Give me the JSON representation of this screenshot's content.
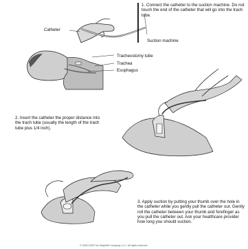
{
  "steps": {
    "step1": "1. Connect the catheter to the suction machine. Do not touch the end of the catheter that will go into the trach tube.",
    "step2": "2. Insert the catheter the proper distance into the trach tube (usually the length of the trach tube plus 1/4 inch).",
    "step3": "3. Apply suction by putting your thumb over the hole in the catheter while you gently pull the catheter out. Gently roll the catheter between your thumb and forefinger as you pull the catheter out. Ask your healthcare provider how long you should suction."
  },
  "labels": {
    "catheter": "Catheter",
    "suction_machine": "Suction machine",
    "tracheostomy_tube": "Tracheostomy tube",
    "trachea": "Trachea",
    "esophagus": "Esophagus"
  },
  "credit": "© 2000-2025 The StayWell Company, LLC. All rights reserved."
}
